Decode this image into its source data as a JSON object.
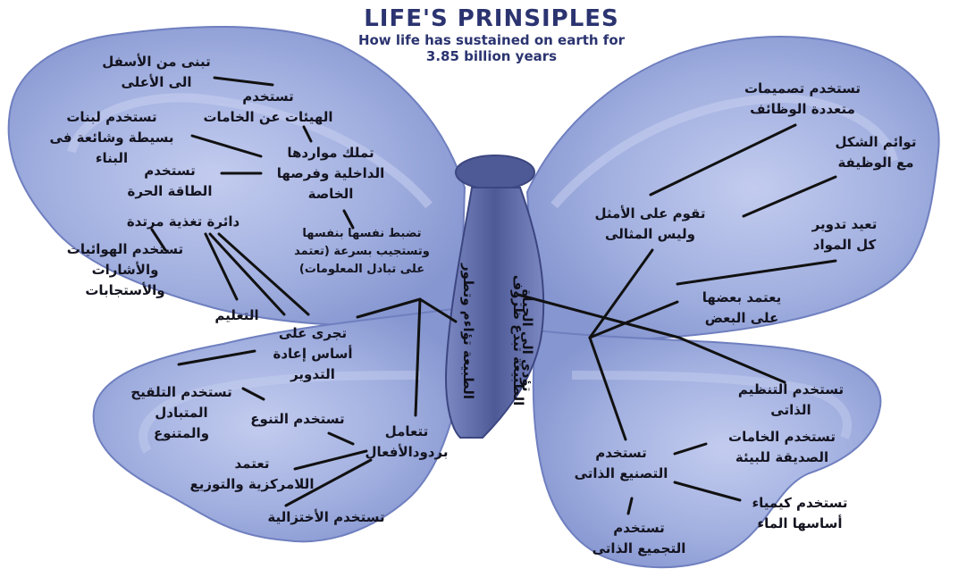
{
  "title": {
    "main": "LIFE'S PRINSIPLES",
    "subtitle": "How life has sustained on earth for\n3.85 billion years"
  },
  "body_labels": {
    "left": "الطبيعة تؤاءم وتطور",
    "right": "الطبيعة تبدع ظروف تؤدي الى الحياة"
  },
  "labels": {
    "l_top1": "تبنى من الأسفل\nالى الأعلى",
    "l_top2": "تستخدم\nالهيئات عن الخامات",
    "l_top3": "تستخدم لبنات\nبسيطة وشائعة فى\nالبناء",
    "l_hub1": "تملك مواردها\nالداخلية وفرصها\nالخاصة",
    "l_top4": "تستخدم\nالطاقة الحرة",
    "l_feed": "دائرة تغذية مرتدة",
    "l_hub2": "تضبط نفسها بنفسها\nوتستجيب بسرعة (تعتمد\nعلى تبادل المعلومات)",
    "l_air": "تستخدم الهوائيات\nوالأشارات\nوالأستجابات",
    "l_learn": "التعليم",
    "l_recycle": "تجرى على\nأساس إعادة\nالتدوير",
    "l_pollin": "تستخدم التلقيح\nالمتبادل\nوالمتنوع",
    "l_divers": "تستخدم التنوع",
    "l_hub3": "تتعامل\nبردودالأفعال",
    "l_decent": "تعتمد\nاللامركزية والتوزيع",
    "l_reduce": "تستخدم الأختزالية",
    "r_multi": "تستخدم تصميمات\nمتعددة الوظائف",
    "r_form": "توائم الشكل\nمع الوظيفة",
    "r_optim": "تقوم على الأمثل\nوليس المثالى",
    "r_recyc": "تعيد تدوير\nكل المواد",
    "r_depend": "يعتمد بعضها\nعلى البعض",
    "r_selforg": "تستخدم   التنظيم\nالذاتى",
    "r_friendly": "تستخدم الخامات\nالصديقة للبيئة",
    "r_selfmake": "تستخدم\nالتصنيع الذاتى",
    "r_chem": "تستخدم كيمياء\nأساسها الماء",
    "r_assembly": "تستخدم\nالتجميع الذاتى"
  },
  "colors": {
    "wing_fill": "#9aa9dc",
    "wing_light": "#b7c3ea",
    "wing_edge": "#6f7fbf",
    "body": "#5c6aa6",
    "line": "#111111",
    "title": "#2b3470"
  }
}
